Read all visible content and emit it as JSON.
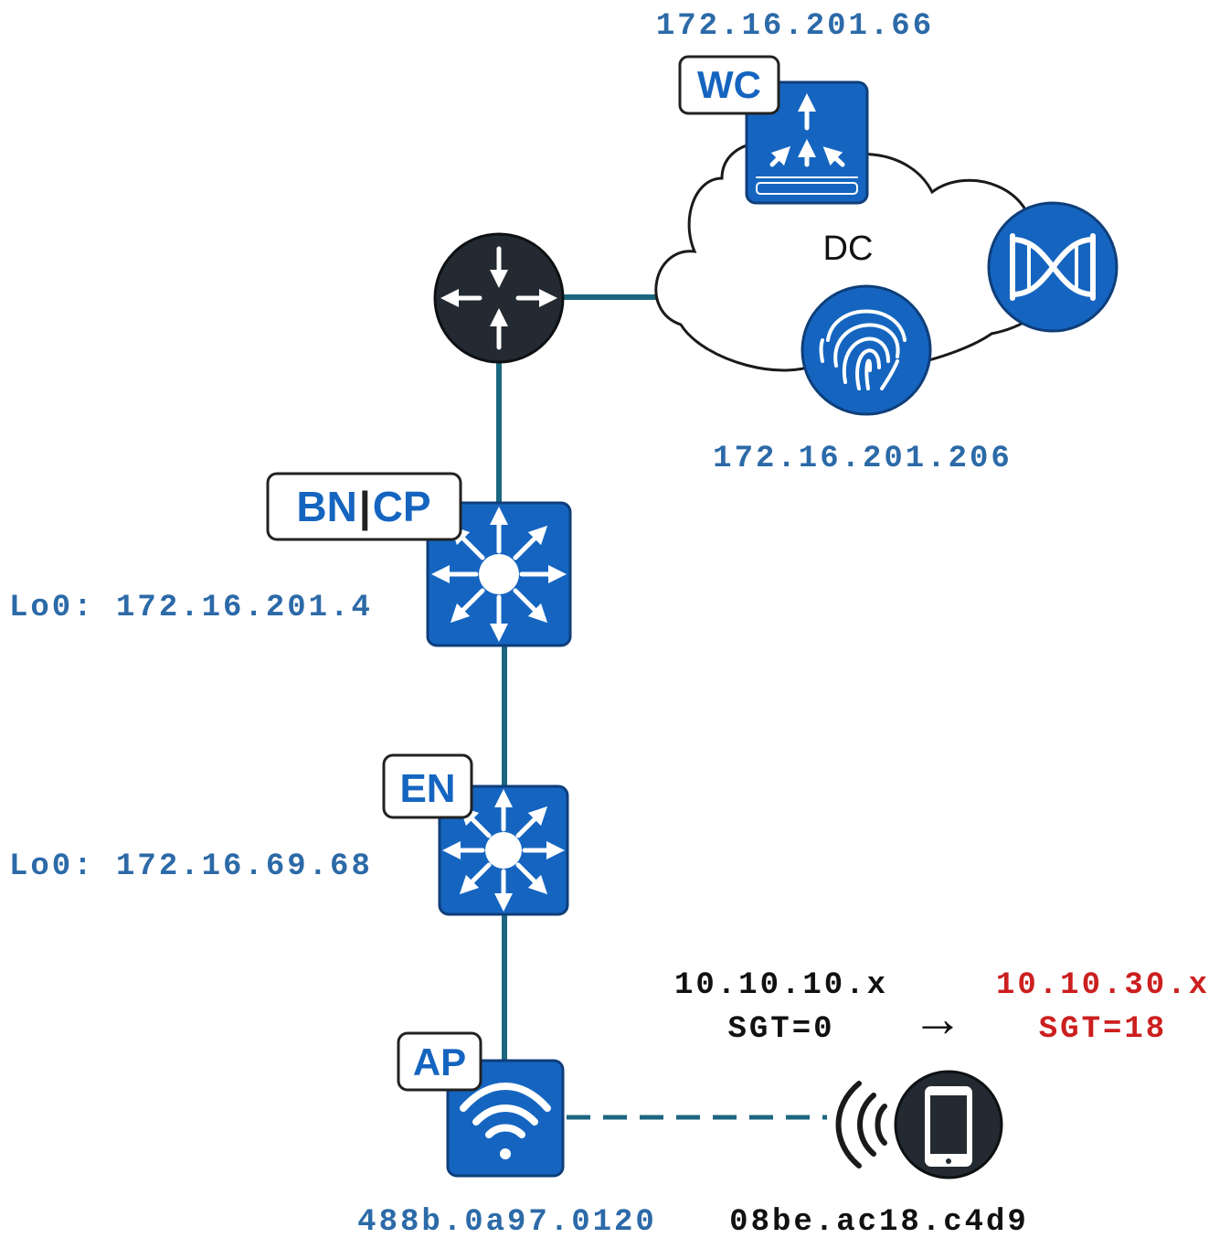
{
  "colors": {
    "accent_blue": "#1565c0",
    "label_blue": "#2c6aa8",
    "link_teal": "#1d6680",
    "router_dark": "#232a31",
    "alert_red": "#cc1f1f",
    "text_black": "#111111"
  },
  "nodes": {
    "wc": {
      "tag": "WC",
      "icon": "wireless-controller-icon",
      "ip": "172.16.201.66"
    },
    "dc": {
      "label": "DC",
      "ise_ip": "172.16.201.206",
      "icons": [
        "fingerprint-icon",
        "dna-center-icon"
      ]
    },
    "router": {
      "icon": "router-icon"
    },
    "bncp": {
      "tag_left": "BN",
      "tag_right": "CP",
      "icon": "layer3-switch-icon",
      "loopback": "Lo0: 172.16.201.4"
    },
    "en": {
      "tag": "EN",
      "icon": "layer3-switch-icon",
      "loopback": "Lo0: 172.16.69.68"
    },
    "ap": {
      "tag": "AP",
      "icon": "wifi-icon",
      "mac": "488b.0a97.0120"
    },
    "client": {
      "icon": "smartphone-icon",
      "signal_icon": "wireless-signal-icon",
      "mac": "08be.ac18.c4d9"
    }
  },
  "transition": {
    "from_subnet": "10.10.10.x",
    "from_sgt": "SGT=0",
    "arrow": "→",
    "to_subnet": "10.10.30.x",
    "to_sgt": "SGT=18"
  }
}
